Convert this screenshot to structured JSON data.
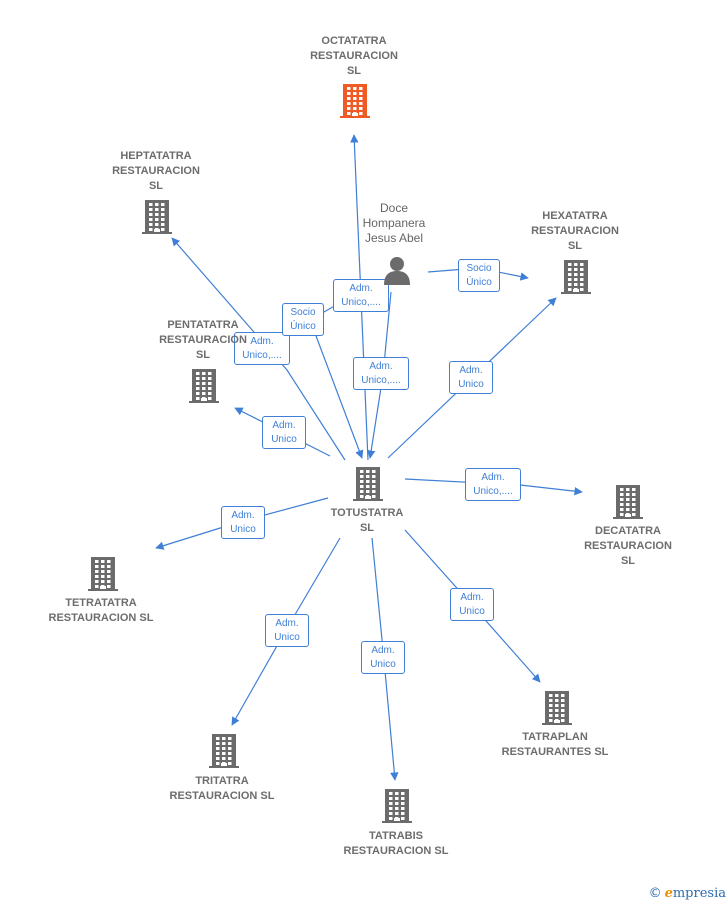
{
  "colors": {
    "edge": "#3f7fd6",
    "building": "#6b6b6b",
    "focus": "#f05a24",
    "person": "#6b6b6b"
  },
  "nodes": [
    {
      "id": "octatatra",
      "label": "OCTATATRA\nRESTAURACION\nSL",
      "icon": "building-icon",
      "highlight": true
    },
    {
      "id": "heptatatra",
      "label": "HEPTATATRA\nRESTAURACION\nSL",
      "icon": "building-icon"
    },
    {
      "id": "doce",
      "label": "Doce\nHompanera\nJesus Abel",
      "icon": "person-icon"
    },
    {
      "id": "hexatatra",
      "label": "HEXATATRA\nRESTAURACION\nSL",
      "icon": "building-icon"
    },
    {
      "id": "pentatatra",
      "label": "PENTATATRA\nRESTAURACION\nSL",
      "icon": "building-icon"
    },
    {
      "id": "totustatra",
      "label": "TOTUSTATRA\nSL",
      "icon": "building-icon"
    },
    {
      "id": "decatatra",
      "label": "DECATATRA\nRESTAURACION\nSL",
      "icon": "building-icon"
    },
    {
      "id": "tetratatra",
      "label": "TETRATATRA\nRESTAURACION SL",
      "icon": "building-icon"
    },
    {
      "id": "tatraplan",
      "label": "TATRAPLAN\nRESTAURANTES SL",
      "icon": "building-icon"
    },
    {
      "id": "tritatra",
      "label": "TRITATRA\nRESTAURACION SL",
      "icon": "building-icon"
    },
    {
      "id": "tatrabis",
      "label": "TATRABIS\nRESTAURACION SL",
      "icon": "building-icon"
    }
  ],
  "edges": [
    {
      "from": "totustatra",
      "to": "octatatra",
      "label": "Adm.\nUnico,...."
    },
    {
      "from": "totustatra",
      "to": "heptatatra",
      "label": "Adm.\nUnico,...."
    },
    {
      "from": "totustatra",
      "to": "pentatatra",
      "label": "Adm.\nUnico"
    },
    {
      "from": "totustatra",
      "to": "hexatatra",
      "label": "Adm.\nUnico"
    },
    {
      "from": "totustatra",
      "to": "decatatra",
      "label": "Adm.\nUnico,...."
    },
    {
      "from": "totustatra",
      "to": "tetratatra",
      "label": "Adm.\nUnico"
    },
    {
      "from": "totustatra",
      "to": "tritatra",
      "label": "Adm.\nUnico"
    },
    {
      "from": "totustatra",
      "to": "tatrabis",
      "label": "Adm.\nUnico"
    },
    {
      "from": "totustatra",
      "to": "tatraplan",
      "label": "Adm.\nUnico"
    },
    {
      "from": "doce",
      "to": "totustatra",
      "label": "Adm.\nUnico,...."
    },
    {
      "from": "doce",
      "to": "hexatatra",
      "label": "Socio\nÚnico"
    },
    {
      "from": "doce",
      "to": "totustatra",
      "label": "Socio\nÚnico"
    }
  ],
  "footer": {
    "copyright": "©",
    "brand_initial": "e",
    "brand_rest": "mpresia"
  }
}
